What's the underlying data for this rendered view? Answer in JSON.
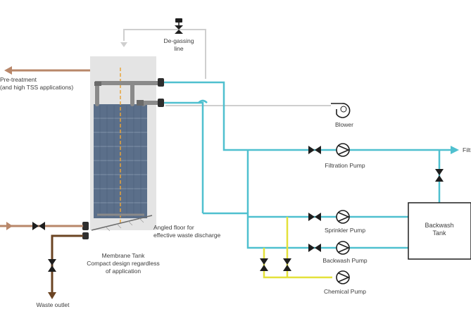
{
  "labels": {
    "degassing_line_1": "De-gassing",
    "degassing_line_2": "line",
    "pretreatment_1": "Pre-treatment",
    "pretreatment_2": "(and high TSS applications)",
    "blower": "Blower",
    "filtration_pump": "Filtration Pump",
    "filtrate_out": "Filt",
    "backwash_tank_1": "Backwash",
    "backwash_tank_2": "Tank",
    "sprinkler_pump": "Sprinkler Pump",
    "backwash_pump": "Backwash Pump",
    "chemical_pump": "Chemical Pump",
    "angled_floor_1": "Angled floor for",
    "angled_floor_2": "effective waste discharge",
    "membrane_tank_1": "Membrane Tank",
    "membrane_tank_2": "Compact design regardless",
    "membrane_tank_3": "of application",
    "waste_outlet": "Waste outlet"
  },
  "colors": {
    "filtrate_line": "#4fc0cf",
    "chemical_line": "#e4e13a",
    "feed_line": "#b8876a",
    "waste_line": "#6b4423",
    "gas_line": "#cfcfcf",
    "tank_fill": "#e4e4e4",
    "module_fill": "#5b6f8a"
  }
}
